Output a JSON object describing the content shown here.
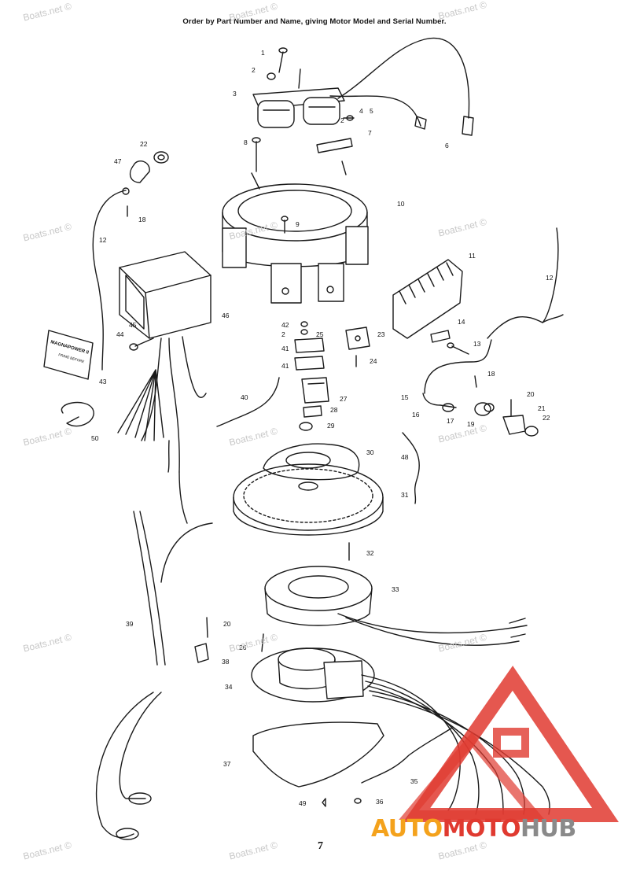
{
  "header": "Order by Part Number and Name, giving Motor Model and Serial Number.",
  "page_number": "7",
  "watermark": "Boats.net ©",
  "label_plate": {
    "line1": "MAGNAPOWER II",
    "line2": "PRIME BEFORE"
  },
  "logo": {
    "part1": "AUTO",
    "part2": "MOTO",
    "part3": "HUB"
  },
  "colors": {
    "ink": "#1a1a1a",
    "logo_orange": "#f4a21c",
    "logo_red": "#e03a30",
    "logo_grey": "#8a8a8a"
  },
  "callouts": [
    {
      "id": "c1",
      "text": "1"
    },
    {
      "id": "c2",
      "text": "2"
    },
    {
      "id": "c3",
      "text": "3"
    },
    {
      "id": "c4",
      "text": "4"
    },
    {
      "id": "c5",
      "text": "5"
    },
    {
      "id": "c2b",
      "text": "2"
    },
    {
      "id": "c7",
      "text": "7"
    },
    {
      "id": "c6",
      "text": "6"
    },
    {
      "id": "c8",
      "text": "8"
    },
    {
      "id": "c22",
      "text": "22"
    },
    {
      "id": "c47",
      "text": "47"
    },
    {
      "id": "c18",
      "text": "18"
    },
    {
      "id": "c10",
      "text": "10"
    },
    {
      "id": "c9",
      "text": "9"
    },
    {
      "id": "c12",
      "text": "12"
    },
    {
      "id": "c11",
      "text": "11"
    },
    {
      "id": "c12b",
      "text": "12"
    },
    {
      "id": "c46",
      "text": "46"
    },
    {
      "id": "c42",
      "text": "42"
    },
    {
      "id": "c2c",
      "text": "2"
    },
    {
      "id": "c25",
      "text": "25"
    },
    {
      "id": "c23",
      "text": "23"
    },
    {
      "id": "c14",
      "text": "14"
    },
    {
      "id": "c45",
      "text": "45"
    },
    {
      "id": "c44",
      "text": "44"
    },
    {
      "id": "c13",
      "text": "13"
    },
    {
      "id": "c41",
      "text": "41"
    },
    {
      "id": "c41b",
      "text": "41"
    },
    {
      "id": "c24",
      "text": "24"
    },
    {
      "id": "c43",
      "text": "43"
    },
    {
      "id": "c18b",
      "text": "18"
    },
    {
      "id": "c40",
      "text": "40"
    },
    {
      "id": "c27",
      "text": "27"
    },
    {
      "id": "c15",
      "text": "15"
    },
    {
      "id": "c20",
      "text": "20"
    },
    {
      "id": "c28",
      "text": "28"
    },
    {
      "id": "c16",
      "text": "16"
    },
    {
      "id": "c21",
      "text": "21"
    },
    {
      "id": "c17",
      "text": "17"
    },
    {
      "id": "c19",
      "text": "19"
    },
    {
      "id": "c22b",
      "text": "22"
    },
    {
      "id": "c50",
      "text": "50"
    },
    {
      "id": "c29",
      "text": "29"
    },
    {
      "id": "c30",
      "text": "30"
    },
    {
      "id": "c48",
      "text": "48"
    },
    {
      "id": "c31",
      "text": "31"
    },
    {
      "id": "c32",
      "text": "32"
    },
    {
      "id": "c33",
      "text": "33"
    },
    {
      "id": "c39",
      "text": "39"
    },
    {
      "id": "c20b",
      "text": "20"
    },
    {
      "id": "c26",
      "text": "26"
    },
    {
      "id": "c38",
      "text": "38"
    },
    {
      "id": "c34",
      "text": "34"
    },
    {
      "id": "c37",
      "text": "37"
    },
    {
      "id": "c35",
      "text": "35"
    },
    {
      "id": "c49",
      "text": "49"
    },
    {
      "id": "c36",
      "text": "36"
    }
  ]
}
